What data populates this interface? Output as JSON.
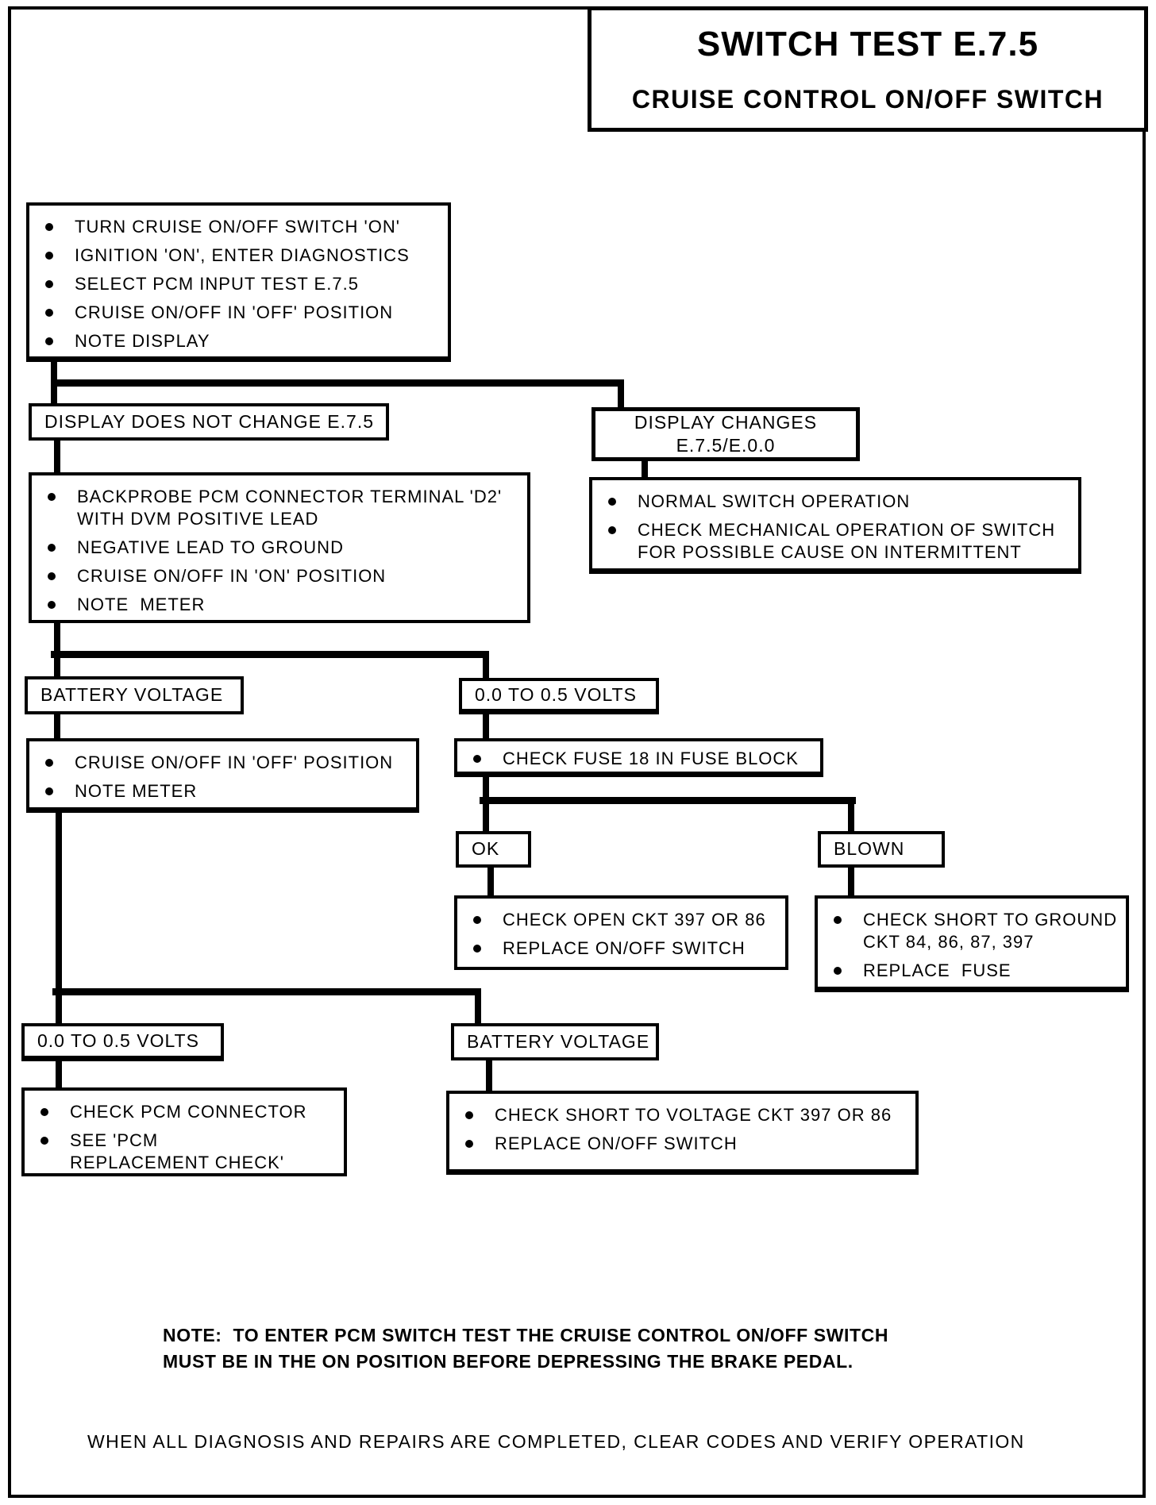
{
  "title": {
    "line1": "SWITCH TEST E.7.5",
    "line2": "CRUISE CONTROL ON/OFF SWITCH"
  },
  "boxes": {
    "start": {
      "items": [
        "TURN CRUISE ON/OFF SWITCH 'ON'",
        "IGNITION 'ON', ENTER DIAGNOSTICS",
        "SELECT PCM INPUT TEST E.7.5",
        "CRUISE ON/OFF IN 'OFF' POSITION",
        "NOTE DISPLAY"
      ]
    },
    "display_no_change": {
      "label": "DISPLAY DOES NOT CHANGE E.7.5"
    },
    "display_changes": {
      "line1": "DISPLAY CHANGES",
      "line2": "E.7.5/E.0.0"
    },
    "backprobe": {
      "items": [
        "BACKPROBE PCM CONNECTOR TERMINAL 'D2'\nWITH DVM POSITIVE LEAD",
        "NEGATIVE LEAD TO GROUND",
        "CRUISE ON/OFF IN 'ON' POSITION",
        "NOTE  METER"
      ]
    },
    "normal_operation": {
      "items": [
        "NORMAL SWITCH OPERATION",
        "CHECK MECHANICAL OPERATION OF SWITCH\nFOR POSSIBLE CAUSE ON INTERMITTENT"
      ]
    },
    "battery_voltage_1": {
      "label": "BATTERY VOLTAGE"
    },
    "volts_low_1": {
      "label": "0.0 TO 0.5 VOLTS"
    },
    "cruise_off": {
      "items": [
        "CRUISE ON/OFF IN 'OFF' POSITION",
        "NOTE METER"
      ]
    },
    "check_fuse": {
      "items": [
        "CHECK FUSE 18 IN FUSE BLOCK"
      ]
    },
    "ok": {
      "label": "OK"
    },
    "blown": {
      "label": "BLOWN"
    },
    "check_open": {
      "items": [
        "CHECK OPEN CKT 397 OR 86",
        "REPLACE ON/OFF SWITCH"
      ]
    },
    "short_to_ground": {
      "items": [
        "CHECK SHORT TO GROUND\nCKT 84, 86, 87, 397",
        "REPLACE  FUSE"
      ]
    },
    "volts_low_2": {
      "label": "0.0 TO 0.5 VOLTS"
    },
    "battery_voltage_2": {
      "label": "BATTERY VOLTAGE"
    },
    "check_pcm": {
      "items": [
        "CHECK PCM CONNECTOR",
        "SEE 'PCM\nREPLACEMENT CHECK'"
      ]
    },
    "short_to_voltage": {
      "items": [
        "CHECK SHORT TO VOLTAGE CKT 397 OR 86",
        "REPLACE ON/OFF SWITCH"
      ]
    }
  },
  "notes": {
    "note": "NOTE:  TO ENTER PCM SWITCH TEST THE CRUISE CONTROL ON/OFF SWITCH\nMUST BE IN THE ON POSITION BEFORE DEPRESSING THE BRAKE PEDAL.",
    "footer": "WHEN ALL DIAGNOSIS AND REPAIRS ARE COMPLETED, CLEAR CODES AND VERIFY OPERATION"
  },
  "colors": {
    "ink": "#000000",
    "paper": "#ffffff"
  }
}
